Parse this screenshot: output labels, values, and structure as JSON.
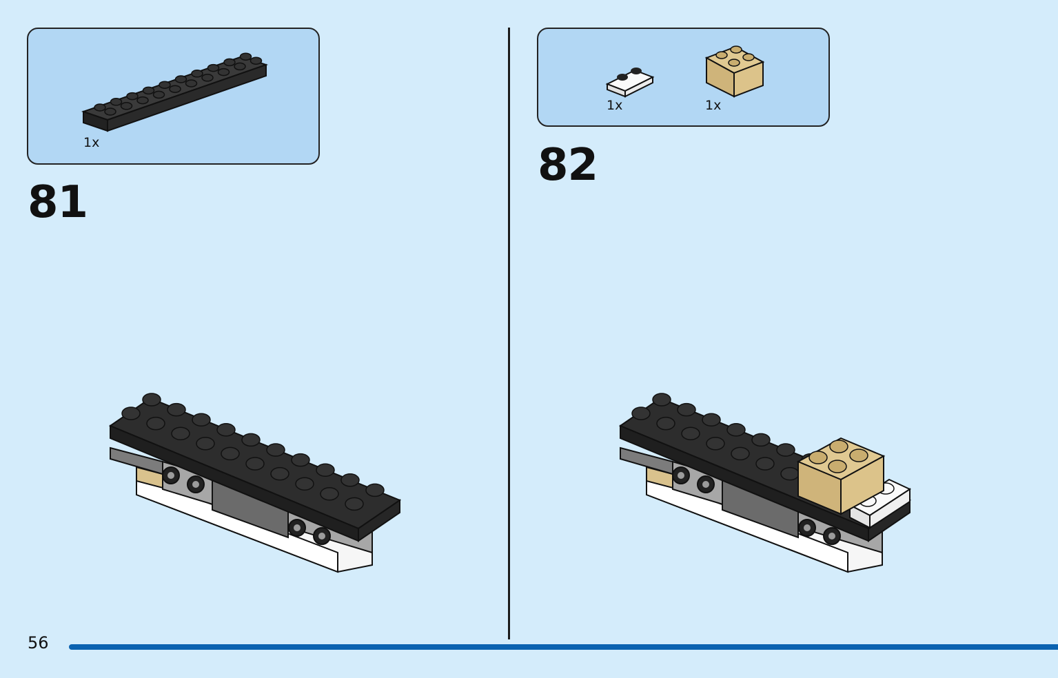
{
  "page": {
    "page_number": "56",
    "colors": {
      "background": "#d4ecfb",
      "parts_box": "#b2d7f4",
      "progress_bar": "#0b62b0",
      "brick_black": "#2d2d2d",
      "brick_tan": "#d9c28d",
      "brick_white": "#f5f5f5",
      "brick_gray": "#9b9b9b"
    }
  },
  "steps": [
    {
      "number": "81",
      "parts": [
        {
          "name": "black 2x10 plate",
          "quantity": "1x",
          "icon": "black-plate-2x10-icon"
        }
      ]
    },
    {
      "number": "82",
      "parts": [
        {
          "name": "white 1x2 plate",
          "quantity": "1x",
          "icon": "white-plate-1x2-icon"
        },
        {
          "name": "tan 2x2 brick",
          "quantity": "1x",
          "icon": "tan-brick-2x2-icon"
        }
      ]
    }
  ]
}
